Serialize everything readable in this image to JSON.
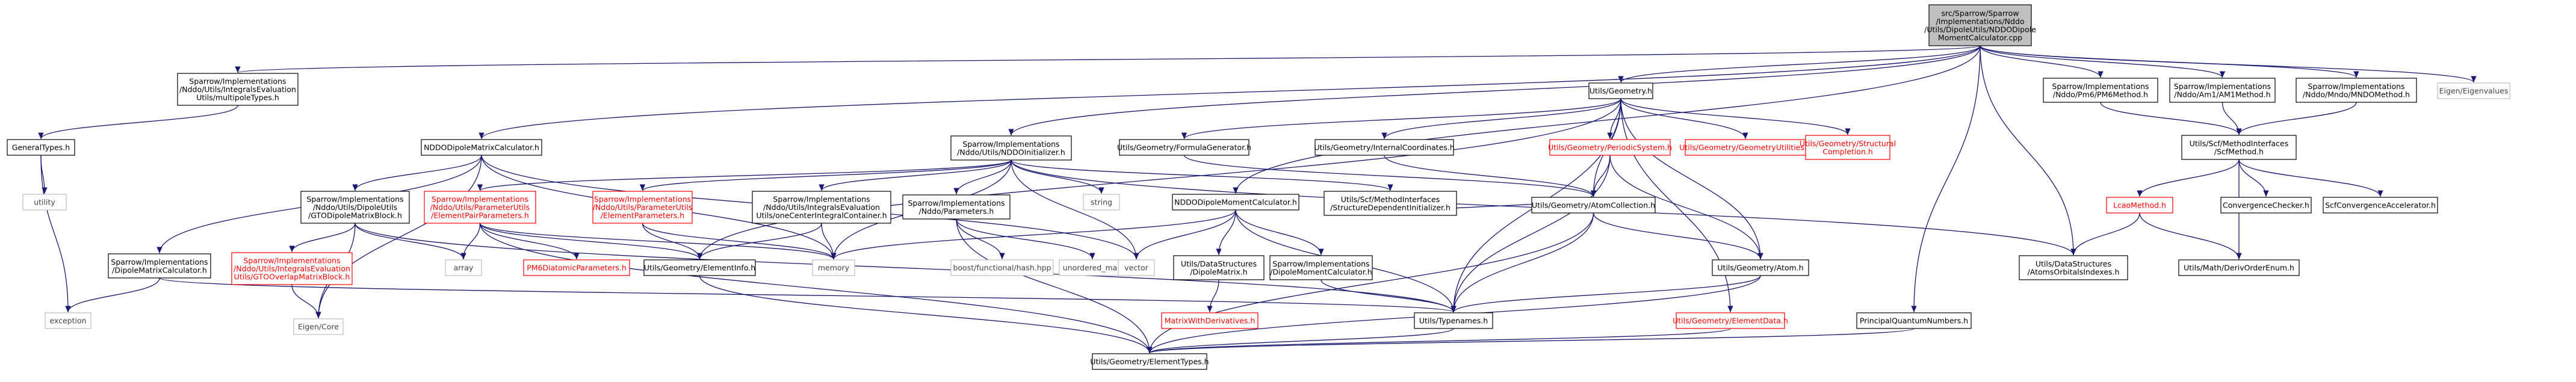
{
  "colors": {
    "edge": "#191970",
    "border_normal": "#000000",
    "border_missing": "#ff0000",
    "border_external": "#bfbfbf",
    "root_fill": "#bfbfbf",
    "node_fill": "#ffffff",
    "text_normal": "#000000",
    "text_missing": "#ff0000",
    "text_external": "#444444"
  },
  "nodes": [
    {
      "id": "root",
      "kind": "root",
      "lines": [
        "src/Sparrow/Sparrow",
        "/Implementations/Nddo",
        "/Utils/DipoleUtils/NDDODipole",
        "MomentCalculator.cpp"
      ]
    },
    {
      "id": "multipole",
      "kind": "normal",
      "lines": [
        "Sparrow/Implementations",
        "/Nddo/Utils/IntegralsEvaluation",
        "Utils/multipoleTypes.h"
      ]
    },
    {
      "id": "generaltypes",
      "kind": "normal",
      "lines": [
        "GeneralTypes.h"
      ]
    },
    {
      "id": "utility",
      "kind": "external",
      "lines": [
        "utility"
      ]
    },
    {
      "id": "exception",
      "kind": "external",
      "lines": [
        "exception"
      ]
    },
    {
      "id": "nddomatrixcalc",
      "kind": "normal",
      "lines": [
        "NDDODipoleMatrixCalculator.h"
      ]
    },
    {
      "id": "dipmatcalc",
      "kind": "normal",
      "lines": [
        "Sparrow/Implementations",
        "/DipoleMatrixCalculator.h"
      ]
    },
    {
      "id": "gtodipole",
      "kind": "normal",
      "lines": [
        "Sparrow/Implementations",
        "/Nddo/Utils/DipoleUtils",
        "/GTODipoleMatrixBlock.h"
      ]
    },
    {
      "id": "gtooverlap",
      "kind": "missing",
      "lines": [
        "Sparrow/Implementations",
        "/Nddo/Utils/IntegralsEvaluation",
        "Utils/GTOOverlapMatrixBlock.h"
      ]
    },
    {
      "id": "eigencore",
      "kind": "external",
      "lines": [
        "Eigen/Core"
      ]
    },
    {
      "id": "array",
      "kind": "external",
      "lines": [
        "array"
      ]
    },
    {
      "id": "elemparparams",
      "kind": "missing",
      "lines": [
        "Sparrow/Implementations",
        "/Nddo/Utils/ParameterUtils",
        "/ElementPairParameters.h"
      ]
    },
    {
      "id": "pm6diatomic",
      "kind": "missing",
      "lines": [
        "PM6DiatomicParameters.h"
      ]
    },
    {
      "id": "elemparams",
      "kind": "missing",
      "lines": [
        "Sparrow/Implementations",
        "/Nddo/Utils/ParameterUtils",
        "/ElementParameters.h"
      ]
    },
    {
      "id": "elementinfo",
      "kind": "normal",
      "lines": [
        "Utils/Geometry/ElementInfo.h"
      ]
    },
    {
      "id": "nddoinit",
      "kind": "normal",
      "lines": [
        "Sparrow/Implementations",
        "/Nddo/Utils/NDDOInitializer.h"
      ]
    },
    {
      "id": "onecenter",
      "kind": "normal",
      "lines": [
        "Sparrow/Implementations",
        "/Nddo/Utils/IntegralsEvaluation",
        "Utils/oneCenterIntegralContainer.h"
      ]
    },
    {
      "id": "memory",
      "kind": "external",
      "lines": [
        "memory"
      ]
    },
    {
      "id": "nddoparams",
      "kind": "normal",
      "lines": [
        "Sparrow/Implementations",
        "/Nddo/Parameters.h"
      ]
    },
    {
      "id": "boostfunc",
      "kind": "external",
      "lines": [
        "boost/functional/hash.hpp"
      ]
    },
    {
      "id": "unorderedmap",
      "kind": "external",
      "lines": [
        "unordered_map"
      ]
    },
    {
      "id": "string",
      "kind": "external",
      "lines": [
        "string"
      ]
    },
    {
      "id": "vector",
      "kind": "external",
      "lines": [
        "vector"
      ]
    },
    {
      "id": "nddodipmomcalc",
      "kind": "normal",
      "lines": [
        "NDDODipoleMomentCalculator.h"
      ]
    },
    {
      "id": "dipolematrix",
      "kind": "normal",
      "lines": [
        "Utils/DataStructures",
        "/DipoleMatrix.h"
      ]
    },
    {
      "id": "matrixderiv",
      "kind": "missing",
      "lines": [
        "MatrixWithDerivatives.h"
      ]
    },
    {
      "id": "dipmomcalc",
      "kind": "normal",
      "lines": [
        "Sparrow/Implementations",
        "/DipoleMomentCalculator.h"
      ]
    },
    {
      "id": "structdep",
      "kind": "normal",
      "lines": [
        "Utils/Scf/MethodInterfaces",
        "/StructureDependentInitializer.h"
      ]
    },
    {
      "id": "typenames",
      "kind": "normal",
      "lines": [
        "Utils/Typenames.h"
      ]
    },
    {
      "id": "elementtypes",
      "kind": "normal",
      "lines": [
        "Utils/Geometry/ElementTypes.h"
      ]
    },
    {
      "id": "geometry",
      "kind": "normal",
      "lines": [
        "Utils/Geometry.h"
      ]
    },
    {
      "id": "formulagen",
      "kind": "normal",
      "lines": [
        "Utils/Geometry/FormulaGenerator.h"
      ]
    },
    {
      "id": "internalcoord",
      "kind": "normal",
      "lines": [
        "Utils/Geometry/InternalCoordinates.h"
      ]
    },
    {
      "id": "periodicsys",
      "kind": "missing",
      "lines": [
        "Utils/Geometry/PeriodicSystem.h"
      ]
    },
    {
      "id": "geomutil",
      "kind": "missing",
      "lines": [
        "Utils/Geometry/GeometryUtilities.h"
      ]
    },
    {
      "id": "structcompl",
      "kind": "missing",
      "lines": [
        "Utils/Geometry/Structural",
        "Completion.h"
      ]
    },
    {
      "id": "atomcoll",
      "kind": "normal",
      "lines": [
        "Utils/Geometry/AtomCollection.h"
      ]
    },
    {
      "id": "atom",
      "kind": "normal",
      "lines": [
        "Utils/Geometry/Atom.h"
      ]
    },
    {
      "id": "elementdata",
      "kind": "missing",
      "lines": [
        "Utils/Geometry/ElementData.h"
      ]
    },
    {
      "id": "atomsorbitals",
      "kind": "normal",
      "lines": [
        "Utils/DataStructures",
        "/AtomsOrbitalsIndexes.h"
      ]
    },
    {
      "id": "pqn",
      "kind": "normal",
      "lines": [
        "PrincipalQuantumNumbers.h"
      ]
    },
    {
      "id": "pm6method",
      "kind": "normal",
      "lines": [
        "Sparrow/Implementations",
        "/Nddo/Pm6/PM6Method.h"
      ]
    },
    {
      "id": "am1method",
      "kind": "normal",
      "lines": [
        "Sparrow/Implementations",
        "/Nddo/Am1/AM1Method.h"
      ]
    },
    {
      "id": "mndomethod",
      "kind": "normal",
      "lines": [
        "Sparrow/Implementations",
        "/Nddo/Mndo/MNDOMethod.h"
      ]
    },
    {
      "id": "eigenvalues",
      "kind": "external",
      "lines": [
        "Eigen/Eigenvalues"
      ]
    },
    {
      "id": "scfmethod",
      "kind": "normal",
      "lines": [
        "Utils/Scf/MethodInterfaces",
        "/ScfMethod.h"
      ]
    },
    {
      "id": "lcaomethod",
      "kind": "missing",
      "lines": [
        "LcaoMethod.h"
      ]
    },
    {
      "id": "convchecker",
      "kind": "normal",
      "lines": [
        "ConvergenceChecker.h"
      ]
    },
    {
      "id": "scfconvacc",
      "kind": "normal",
      "lines": [
        "ScfConvergenceAccelerator.h"
      ]
    },
    {
      "id": "derivorder",
      "kind": "normal",
      "lines": [
        "Utils/Math/DerivOrderEnum.h"
      ]
    }
  ]
}
